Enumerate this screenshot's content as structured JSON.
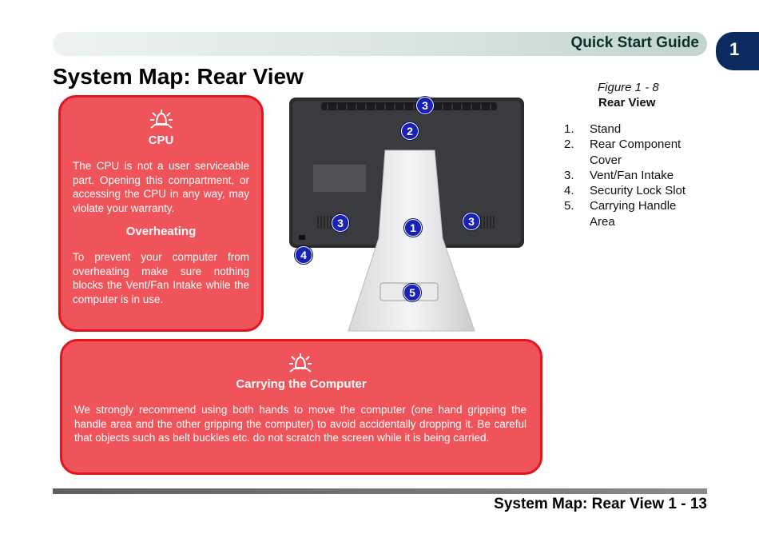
{
  "header": {
    "title": "Quick Start Guide",
    "chapter": "1"
  },
  "page_title": "System Map: Rear View",
  "cpu_box": {
    "icon": "warning-bell-icon",
    "heading1": "CPU",
    "text1": "The CPU is not a user serviceable part. Opening this compartment, or accessing the CPU in any way, may violate your warranty.",
    "heading2": "Overheating",
    "text2": "To prevent your computer from overheating make sure nothing blocks the Vent/Fan Intake while the computer is in use."
  },
  "carry_box": {
    "icon": "warning-bell-icon",
    "heading": "Carrying the Computer",
    "text": "We strongly recommend using both hands to move the computer (one hand gripping the handle area and the other gripping the computer) to avoid accidentally dropping it. Be careful that objects such as belt buckles etc. do not scratch the screen while it is being carried."
  },
  "figure": {
    "number": "Figure 1 - 8",
    "title": "Rear View",
    "callouts": [
      "3",
      "2",
      "3",
      "1",
      "3",
      "4",
      "5"
    ],
    "legend": [
      {
        "num": "1.",
        "label": "Stand"
      },
      {
        "num": "2.",
        "label": "Rear Component Cover"
      },
      {
        "num": "3.",
        "label": "Vent/Fan Intake"
      },
      {
        "num": "4.",
        "label": "Security Lock Slot"
      },
      {
        "num": "5.",
        "label": "Carrying Handle Area"
      }
    ]
  },
  "footer": {
    "text": "System Map: Rear View 1 - 13"
  },
  "colors": {
    "warning_fill": "#f0545b",
    "warning_border": "#e2141c",
    "callout": "#1a22b4",
    "chapter_tab": "#0b2a5e"
  }
}
